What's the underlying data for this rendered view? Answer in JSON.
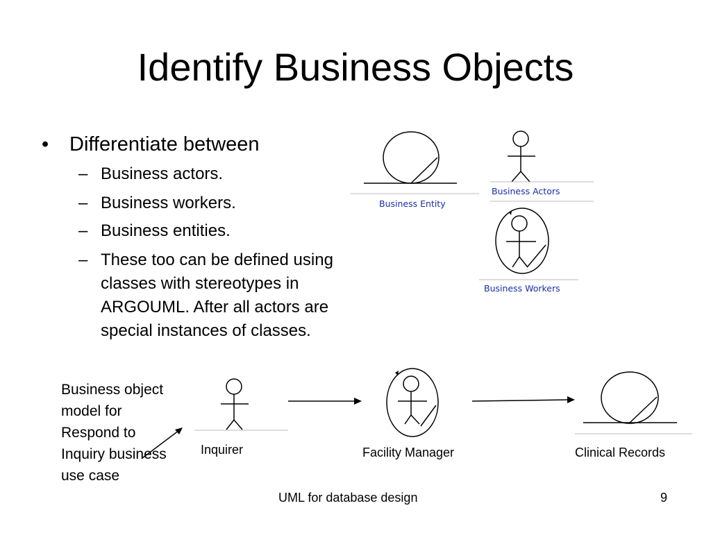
{
  "title": "Identify Business Objects",
  "bullets": {
    "main": "Differentiate between",
    "subs": [
      "Business actors.",
      "Business workers.",
      "Business entities.",
      "These too can be defined using classes with stereotypes in ARGOUML. After all actors are special instances of classes."
    ]
  },
  "stereotypes": {
    "entity": "Business Entity",
    "actors": "Business Actors",
    "workers": "Business Workers"
  },
  "model": {
    "note": "Business object model for Respond to Inquiry business use case",
    "inquirer": "Inquirer",
    "facility_manager": "Facility Manager",
    "clinical_records": "Clinical Records"
  },
  "footer": {
    "center": "UML for database design",
    "page": "9"
  }
}
